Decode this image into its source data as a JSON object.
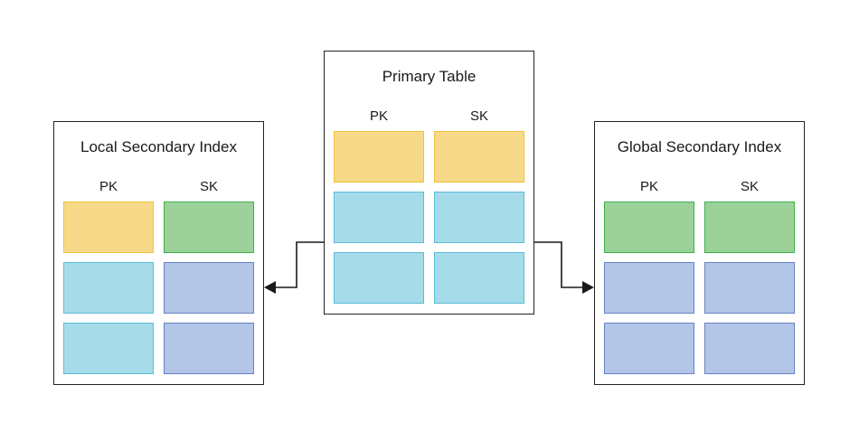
{
  "tables": {
    "primary": {
      "title": "Primary Table",
      "pk_label": "PK",
      "sk_label": "SK",
      "cells": [
        [
          "yellow",
          "yellow"
        ],
        [
          "cyan",
          "cyan"
        ],
        [
          "cyan",
          "cyan"
        ]
      ]
    },
    "lsi": {
      "title": "Local Secondary Index",
      "pk_label": "PK",
      "sk_label": "SK",
      "cells": [
        [
          "yellow",
          "green"
        ],
        [
          "cyan",
          "blue"
        ],
        [
          "cyan",
          "blue"
        ]
      ]
    },
    "gsi": {
      "title": "Global Secondary Index",
      "pk_label": "PK",
      "sk_label": "SK",
      "cells": [
        [
          "green",
          "green"
        ],
        [
          "blue",
          "blue"
        ],
        [
          "blue",
          "blue"
        ]
      ]
    }
  },
  "colors": {
    "yellow": "#f6da89",
    "cyan": "#a6dcea",
    "green": "#9cd29a",
    "blue": "#b3c6e8",
    "border": "#222222"
  }
}
